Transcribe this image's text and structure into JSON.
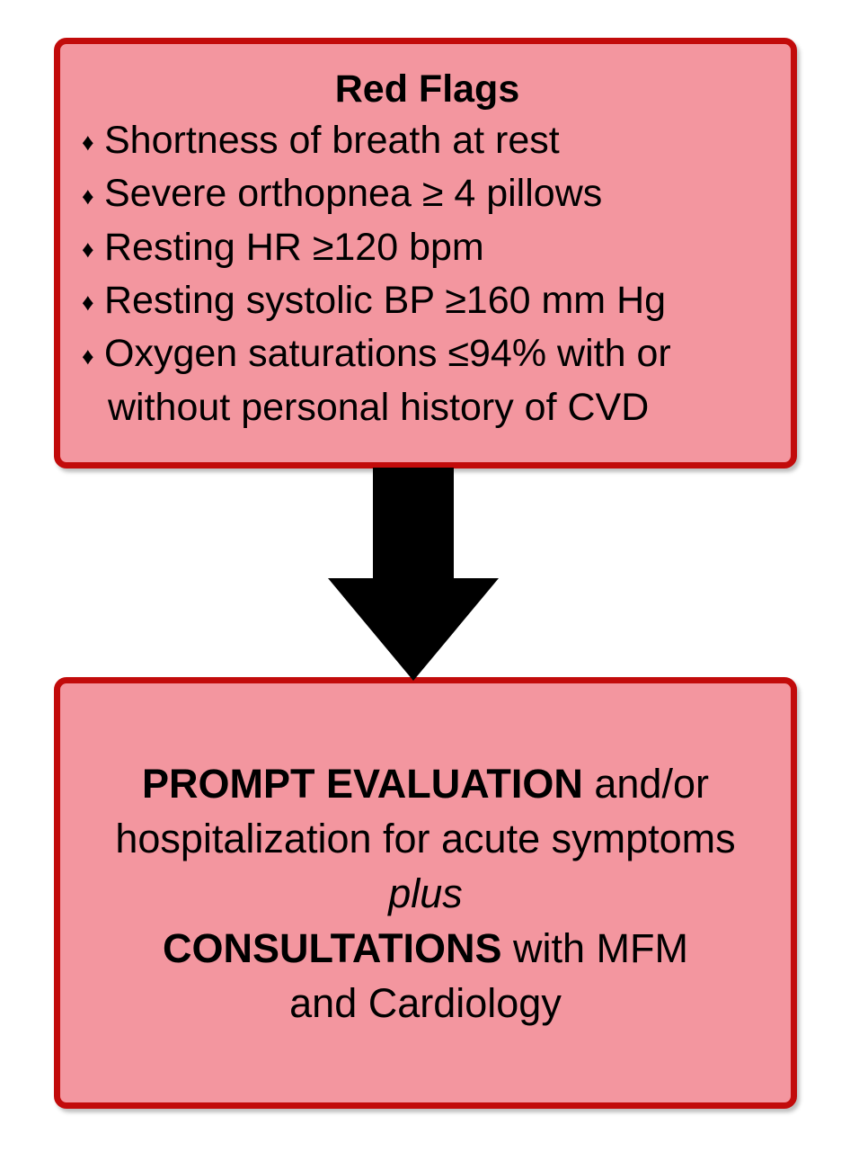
{
  "colors": {
    "background": "#FFFFFF",
    "box_fill": "#F3969F",
    "box_border": "#C20B0B",
    "arrow": "#000000",
    "text": "#000000"
  },
  "red_flags_box": {
    "title": "Red Flags",
    "bullet_glyph": "♦",
    "bullets": [
      "Shortness of breath at rest",
      "Severe orthopnea ≥ 4 pillows",
      "Resting HR ≥120 bpm",
      "Resting systolic BP ≥160 mm Hg",
      "Oxygen saturations ≤94% with or"
    ],
    "bullet5_continuation": "without personal history of CVD"
  },
  "action_box": {
    "line1_bold": "PROMPT EVALUATION",
    "line1_regular": " and/or",
    "line2": "hospitalization for acute symptoms",
    "line3_italic": "plus",
    "line4_bold": "CONSULTATIONS",
    "line4_regular": " with MFM",
    "line5": "and Cardiology"
  }
}
